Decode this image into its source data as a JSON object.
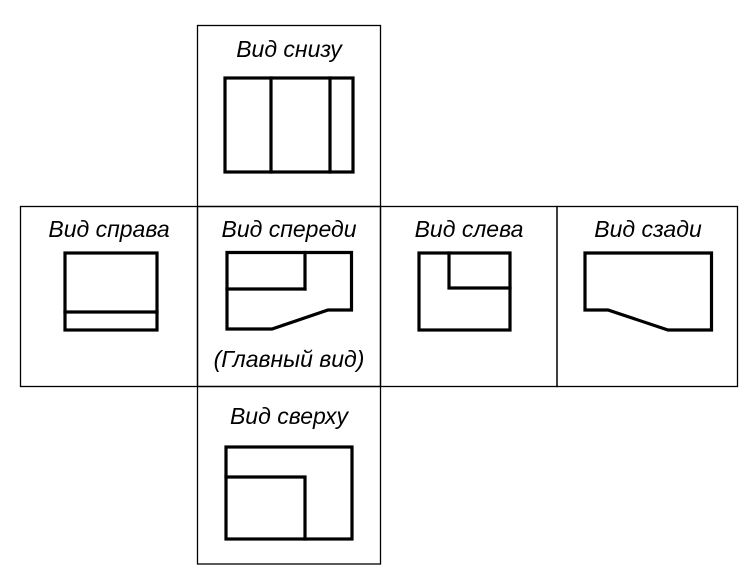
{
  "colors": {
    "line": "#000000",
    "background": "#ffffff"
  },
  "cells": {
    "bottom_view": {
      "label": "Вид снизу"
    },
    "right_view": {
      "label": "Вид справа"
    },
    "front_view": {
      "label": "Вид спереди",
      "sublabel": "(Главный вид)"
    },
    "left_view": {
      "label": "Вид слева"
    },
    "rear_view": {
      "label": "Вид сзади"
    },
    "top_view": {
      "label": "Вид сверху"
    }
  }
}
